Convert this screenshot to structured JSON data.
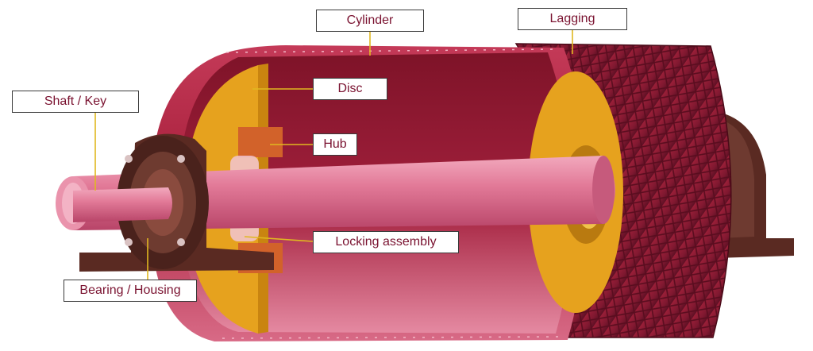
{
  "labels": {
    "cylinder": "Cylinder",
    "lagging": "Lagging",
    "disc": "Disc",
    "shaft_key": "Shaft / Key",
    "hub": "Hub",
    "locking_assembly": "Locking assembly",
    "bearing_housing": "Bearing / Housing"
  },
  "colors": {
    "label_text": "#7a1230",
    "label_border": "#3a3a3a",
    "leader_line": "#e0b820",
    "cylinder": "#a8203c",
    "lagging": "#8a1a30",
    "disc": "#e6a21e",
    "shaft": "#e27a98",
    "housing": "#5a2a22"
  }
}
